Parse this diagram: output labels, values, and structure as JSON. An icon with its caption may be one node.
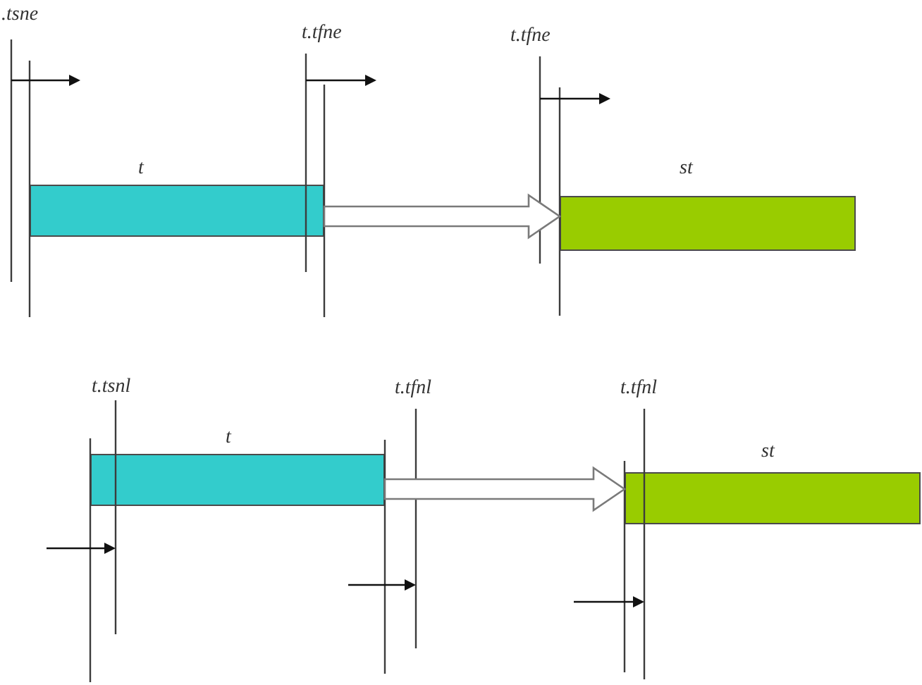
{
  "diagram": {
    "nodes": [
      {
        "text": [
          "t"
        ]
      },
      {
        "text": [
          "st"
        ]
      },
      {
        "text": [
          "t"
        ]
      },
      {
        "text": [
          "st"
        ]
      }
    ],
    "edges": [
      {
        "from": 0,
        "to": 1,
        "arrow": "to"
      },
      {
        "from": 2,
        "to": 3,
        "arrow": "to"
      }
    ],
    "labels": [
      ".tsne",
      "t.tfne",
      "t.tfne",
      "t.tsnl",
      "t.tfnl",
      "t.tfnl"
    ]
  }
}
